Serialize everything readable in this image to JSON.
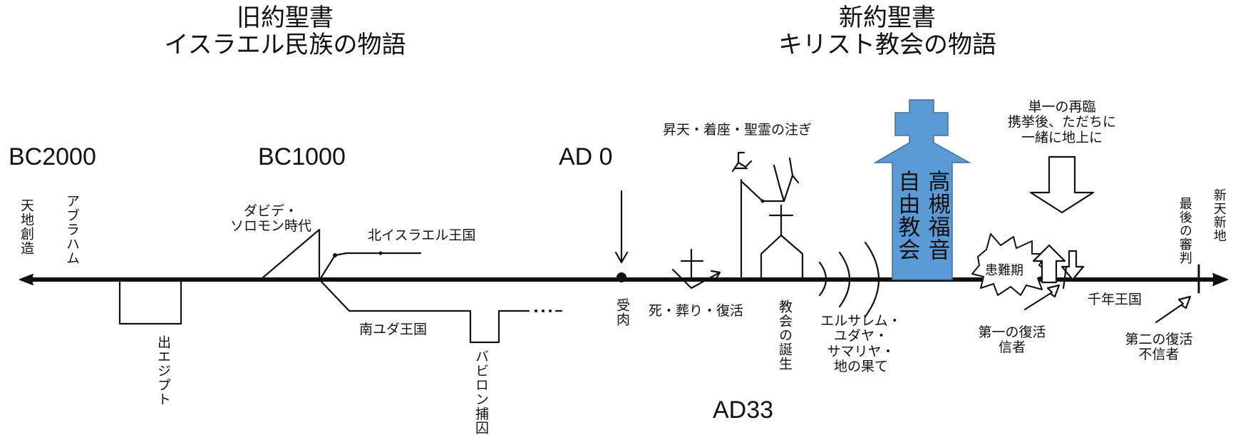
{
  "headings": {
    "old_testament": {
      "title": "旧約聖書",
      "subtitle": "イスラエル民族の物語"
    },
    "new_testament": {
      "title": "新約聖書",
      "subtitle": "キリスト教会の物語"
    }
  },
  "years": {
    "bc2000": "BC2000",
    "bc1000": "BC1000",
    "ad0": "AD 0",
    "ad33": "AD33"
  },
  "events": {
    "creation": "天地創造",
    "abraham": "アブラハム",
    "exodus": "出エジプト",
    "david_solomon_l1": "ダビデ・",
    "david_solomon_l2": "ソロモン時代",
    "north_kingdom": "北イスラエル王国",
    "south_kingdom": "南ユダ王国",
    "babylon_captivity": "バビロン捕囚",
    "incarnation": "受肉",
    "death_burial_resurrection": "死・葬り・復活",
    "ascension": "昇天・着座・聖霊の注ぎ",
    "church_birth": "教会の誕生",
    "mission_l1": "エルサレム・",
    "mission_l2": "ユダヤ・",
    "mission_l3": "サマリヤ・",
    "mission_l4": "地の果て",
    "tribulation": "患難期",
    "second_coming_l1": "単一の再臨",
    "second_coming_l2": "携挙後、ただちに",
    "second_coming_l3": "一緒に地上に",
    "first_resurrection_l1": "第一の復活",
    "first_resurrection_l2": "信者",
    "millennium": "千年王国",
    "final_judgment": "最後の審判",
    "second_resurrection_l1": "第二の復活",
    "second_resurrection_l2": "不信者",
    "new_heaven_earth": "新天新地"
  },
  "church": {
    "col_left": "自由教会",
    "col_right": "高槻福音",
    "color": "#5b9bd5"
  }
}
